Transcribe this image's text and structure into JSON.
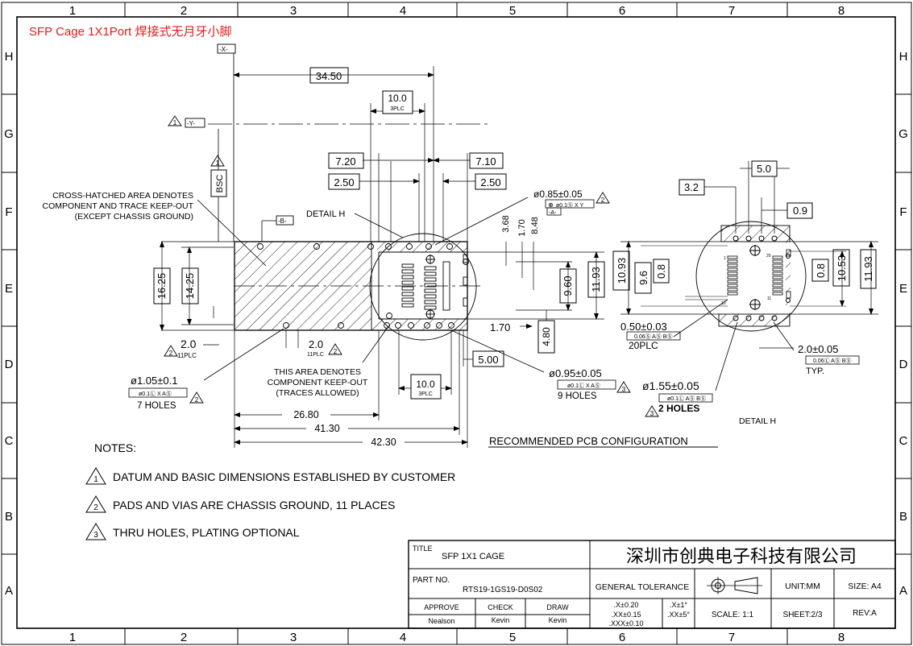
{
  "header": {
    "title": "SFP Cage 1X1Port 焊接式无月牙小脚",
    "title_color": "#e31b1b"
  },
  "frame": {
    "columns": [
      "1",
      "2",
      "3",
      "4",
      "5",
      "6",
      "7",
      "8"
    ],
    "rows": [
      "H",
      "G",
      "F",
      "E",
      "D",
      "C",
      "B",
      "A"
    ]
  },
  "datums": {
    "x": "-X-",
    "y": "-Y-",
    "b": "-B-",
    "a": "-A-"
  },
  "left_view": {
    "dim_top_34_50": "34.50",
    "dim_10_0_top": "10.0",
    "dim_3plc": "3PLC",
    "dim_7_20": "7.20",
    "dim_7_10": "7.10",
    "dim_2_50_l": "2.50",
    "dim_2_50_r": "2.50",
    "bsc": "BSC",
    "note1_marker": "1",
    "hatch_note": [
      "CROSS-HATCHED AREA DENOTES",
      "COMPONENT AND TRACE KEEP-OUT",
      "(EXCEPT CHASSIS GROUND)"
    ],
    "detail_h": "DETAIL  H",
    "hole_085": "ø0.85±0.05",
    "fcf_085": "ø0.1Ⓢ X Y",
    "fcf_085_sym": "⊕",
    "note2_marker": "2",
    "dim_3_68": "3.68",
    "dim_1_70_v": "1.70",
    "dim_8_48": "8.48",
    "dim_16_25": "16.25",
    "dim_14_25": "14.25",
    "dim_9_60": "9.60",
    "dim_11_93": "11.93",
    "dim_1_70_h": "1.70",
    "dim_4_80": "4.80",
    "dim_5_00": "5.00",
    "dim_2_0_l": "2.0",
    "dim_11plc_l": "11PLC",
    "dim_2_0_r": "2.0",
    "dim_11plc_r": "11PLC",
    "keepout_note": [
      "THIS AREA DENOTES",
      "COMPONENT KEEP-OUT",
      "(TRACES ALLOWED)"
    ],
    "hole_105": "ø1.05±0.1",
    "fcf_105": "ø0.1Ⓛ X AⓈ",
    "holes_7": "7  HOLES",
    "hole_095": "ø0.95±0.05",
    "fcf_095": "ø0.1Ⓛ X AⓈ",
    "holes_9": "9  HOLES",
    "note3_marker": "3",
    "dim_10_0_bot": "10.0",
    "dim_3plc_bot": "3PLC",
    "dim_26_80": "26.80",
    "dim_41_30": "41.30",
    "dim_42_30": "42.30",
    "caption": "RECOMMENDED  PCB  CONFIGURATION"
  },
  "detail_view": {
    "dim_5_0": "5.0",
    "dim_3_2": "3.2",
    "dim_0_9": "0.9",
    "dim_10_93": "10.93",
    "dim_9_6": "9.6",
    "dim_0_8_l": "0.8",
    "dim_0_8_r": "0.8",
    "dim_10_53": "10.53",
    "dim_11_93": "11.93",
    "pad_050": "0.50±0.03",
    "fcf_050": "0.06Ⓢ AⓈ BⓈ",
    "pad_20plc": "20PLC",
    "pad_20": "2.0±0.05",
    "fcf_20": "0.06Ⓛ AⓈ BⓈ",
    "typ": "TYP.",
    "hole_155": "ø1.55±0.05",
    "fcf_155": "ø0.1Ⓛ AⓈ BⓈ",
    "holes_2": "2  HOLES",
    "pin_1": "1",
    "pin_20": "20",
    "pin_10": "10",
    "pin_11": "11",
    "caption": "DETAIL  H"
  },
  "notes": {
    "heading": "NOTES:",
    "items": [
      {
        "num": "1",
        "text": "DATUM  AND  BASIC  DIMENSIONS  ESTABLISHED  BY  CUSTOMER"
      },
      {
        "num": "2",
        "text": "PADS  AND  VIAS  ARE  CHASSIS  GROUND,  11  PLACES"
      },
      {
        "num": "3",
        "text": "THRU  HOLES,  PLATING  OPTIONAL"
      }
    ]
  },
  "title_block": {
    "title_label": "TITLE",
    "title_value": "SFP  1X1  CAGE",
    "company": "深圳市创典电子科技有限公司",
    "part_label": "PART  NO.",
    "part_value": "RTS19-1GS19-D0S02",
    "general_tolerance": "GENERAL  TOLERANCE",
    "unit": "UNIT:MM",
    "size": "SIZE:  A4",
    "approve_label": "APPROVE",
    "check_label": "CHECK",
    "draw_label": "DRAW",
    "approve_value": "Nealson",
    "check_value": "Kevin",
    "draw_value": "Kevin",
    "tol_x": ".X±0.20",
    "tol_xx": ".XX±0.15",
    "tol_xxx": ".XXX±0.10",
    "tol_ang_x": ".X±1°",
    "tol_ang_xx": ".XX±5°",
    "scale": "SCALE:  1:1",
    "sheet": "SHEET:2/3",
    "rev": "REV:A"
  }
}
